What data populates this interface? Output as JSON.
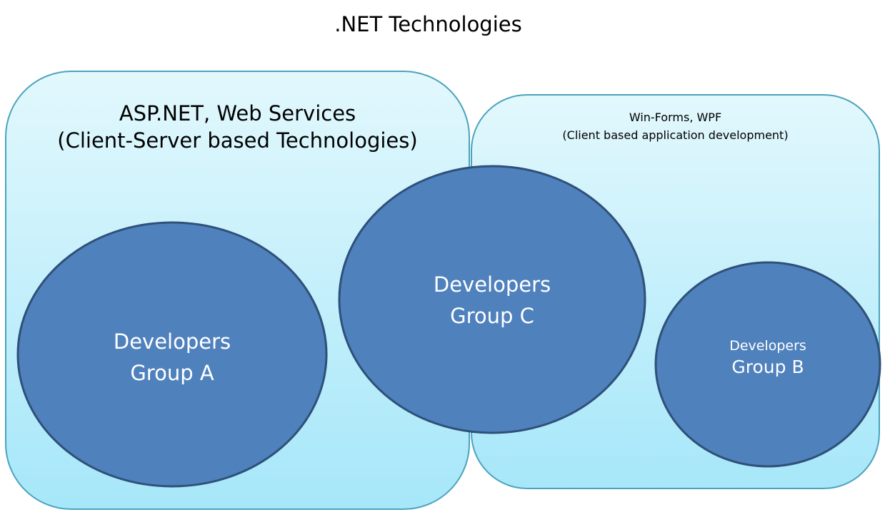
{
  "title": ".NET Technologies",
  "left_box": {
    "line1": "ASP.NET, Web Services",
    "line2": "(Client-Server based Technologies)"
  },
  "right_box": {
    "line1": "Win-Forms, WPF",
    "line2": "(Client based application development)"
  },
  "group_a": {
    "line1": "Developers",
    "line2": "Group A"
  },
  "group_b": {
    "line1": "Developers",
    "line2": "Group B"
  },
  "group_c": {
    "line1": "Developers",
    "line2": "Group C"
  },
  "colors": {
    "box_top": "#e2f8fd",
    "box_bottom": "#a6e7f9",
    "box_border": "#4ba3bd",
    "ellipse_fill": "#4f81bd",
    "ellipse_stroke": "#2f5079"
  }
}
